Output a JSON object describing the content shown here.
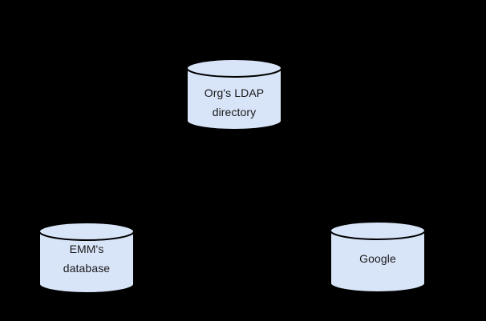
{
  "colors": {
    "background": "#000000",
    "cylinder_fill": "#d8e4f8",
    "cylinder_stroke": "#000000",
    "label_text": "#1a1a1a"
  },
  "diagram": {
    "type": "architecture-diagram",
    "nodes": {
      "ldap": {
        "shape": "database-cylinder",
        "line1": "Org's LDAP",
        "line2": "directory"
      },
      "emm": {
        "shape": "database-cylinder",
        "line1": "EMM's",
        "line2": "database"
      },
      "google": {
        "shape": "database-cylinder",
        "line1": "Google"
      }
    }
  }
}
